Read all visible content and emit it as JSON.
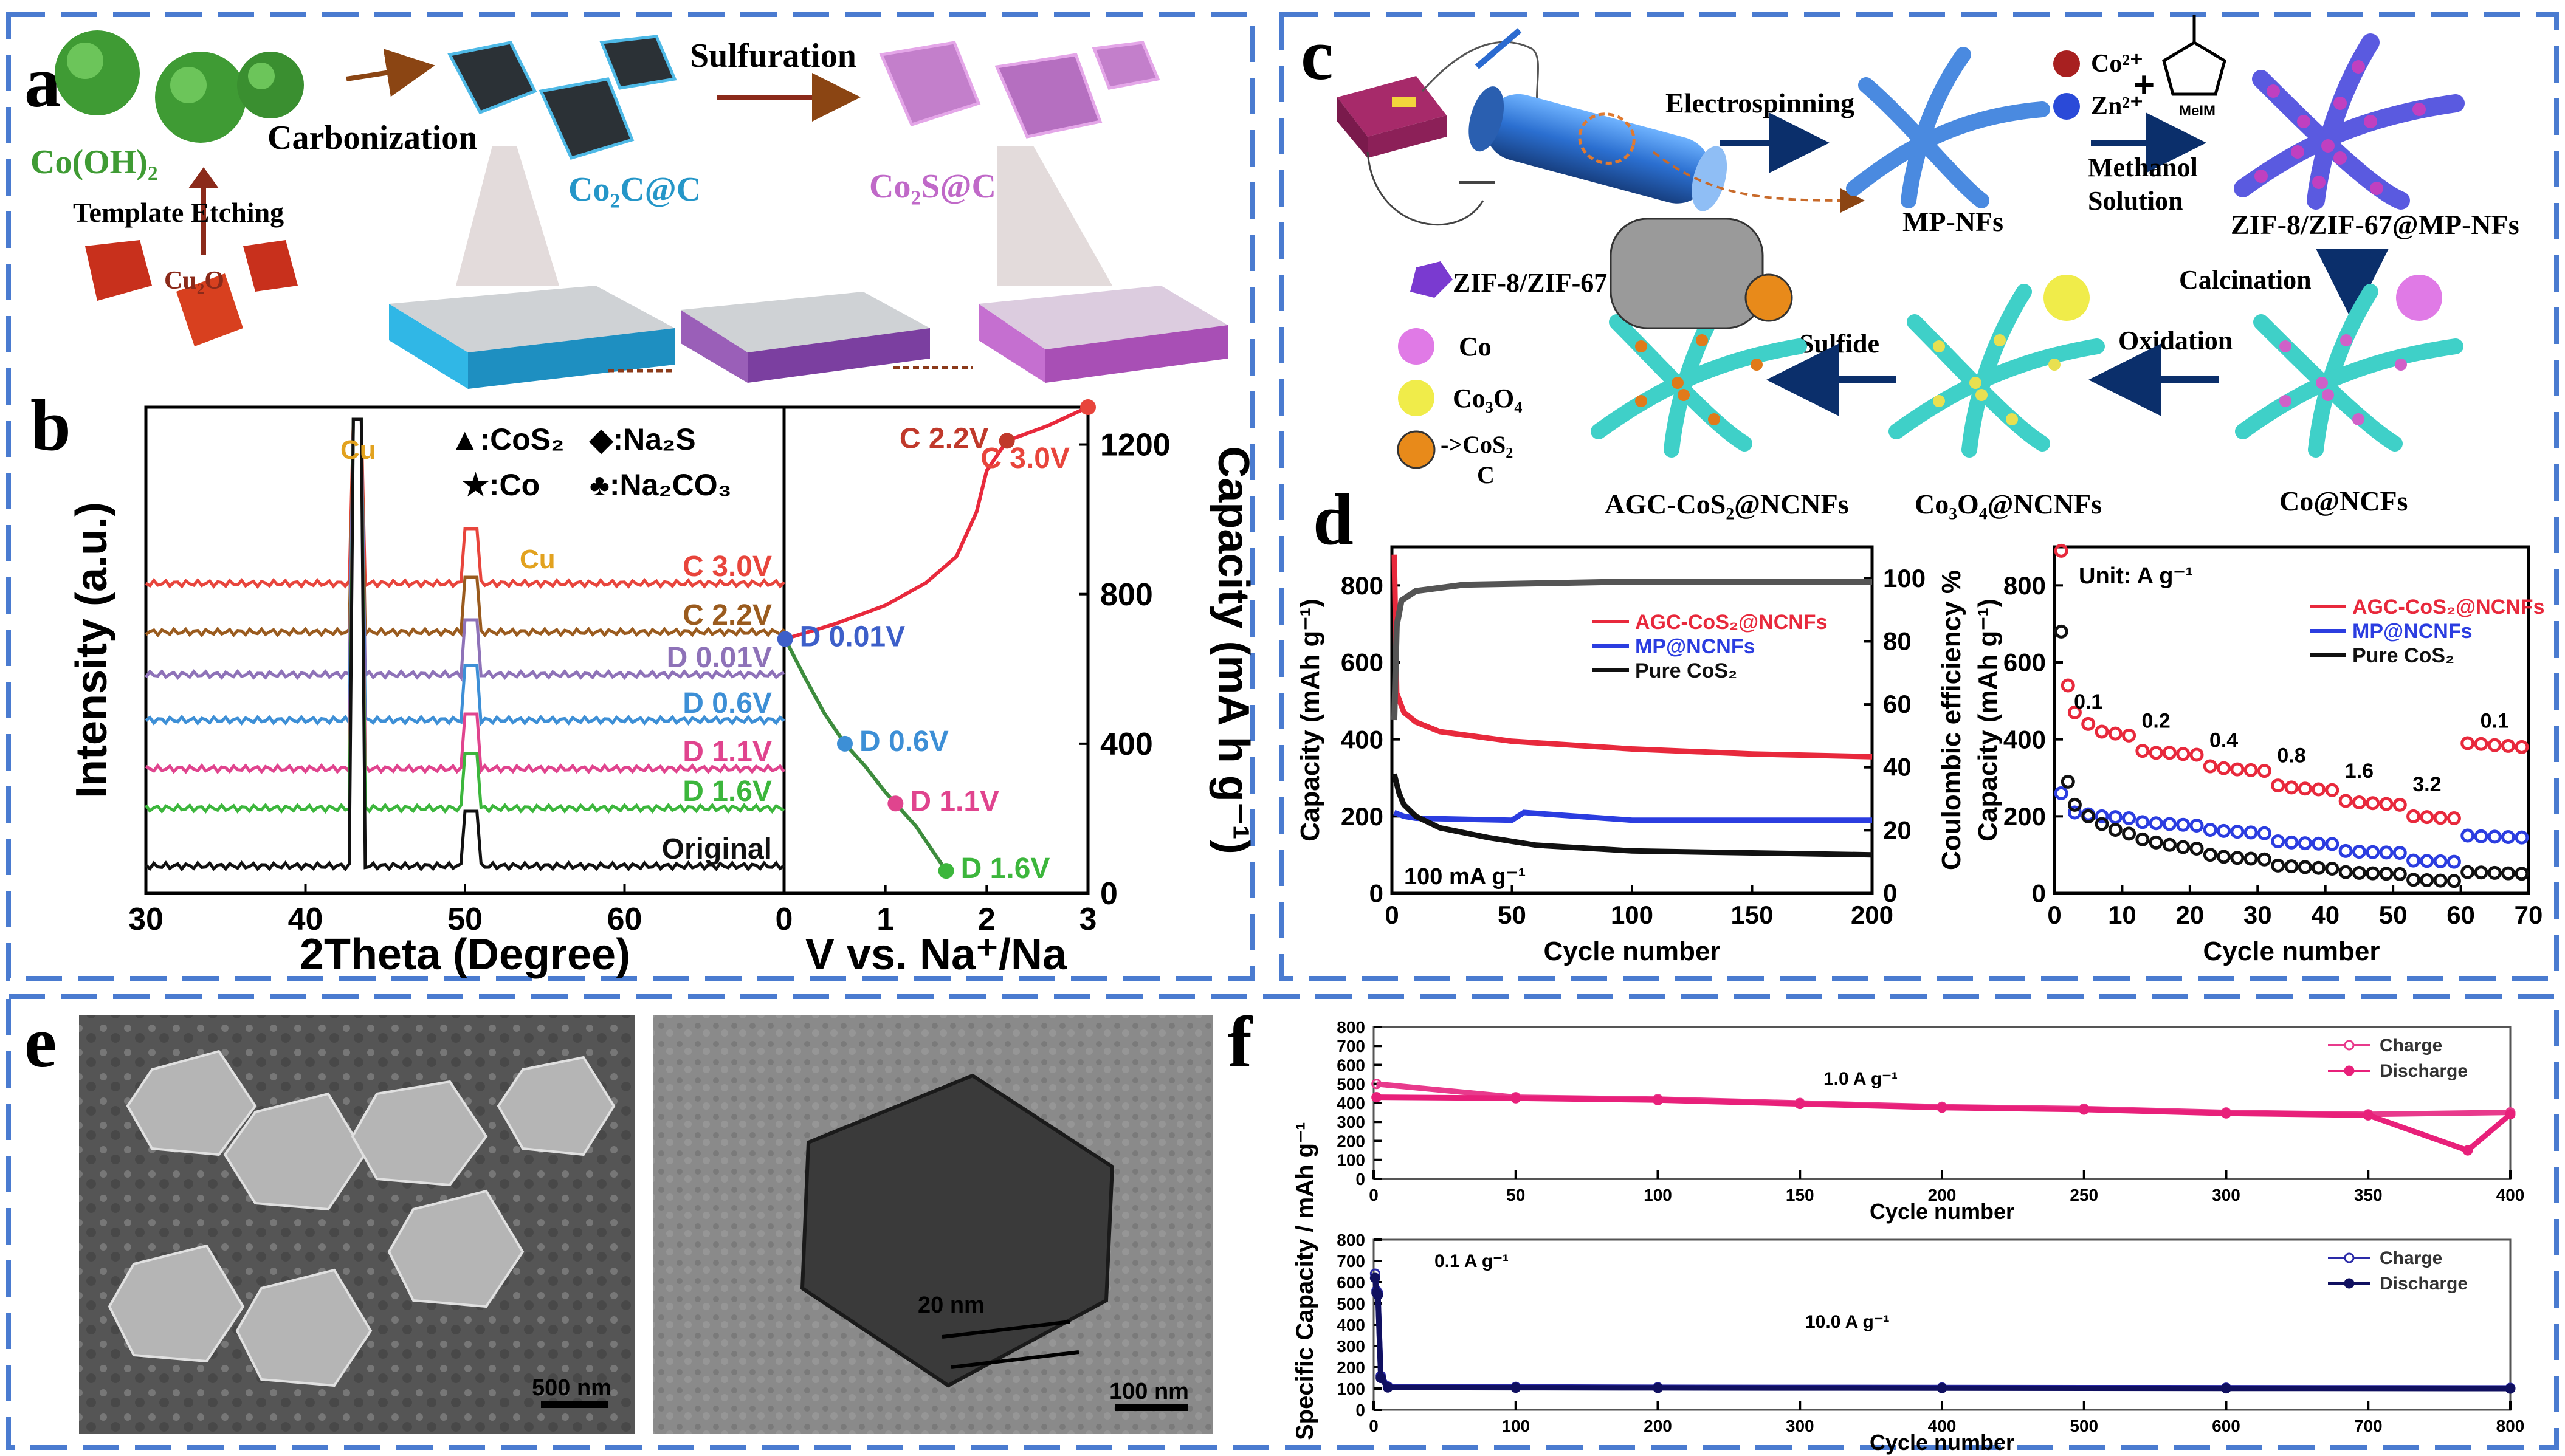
{
  "panel_a": {
    "letter": "a",
    "labels": {
      "coOH2": "Co(OH)₂",
      "template_etching": "Template Etching",
      "cu2o": "Cu₂O",
      "carbonization": "Carbonization",
      "sulfuration": "Sulfuration",
      "co2c": "Co₂C@C",
      "co2s": "Co₂S@C"
    }
  },
  "panel_b": {
    "letter": "b",
    "legend": {
      "cos2": "▲:CoS₂",
      "na2s": "◆:Na₂S",
      "co": "★:Co",
      "na2co3": "♣:Na₂CO₃"
    },
    "cu1": "Cu",
    "cu2": "Cu"
  },
  "panel_c": {
    "letter": "c",
    "labels": {
      "electrospinning": "Electrospinning",
      "mpnfs": "MP-NFs",
      "co2": "Co²⁺",
      "zn2": "Zn²⁺",
      "melm": "MeIM",
      "methanol1": "Methanol",
      "methanol2": "Solution",
      "zif_mpnfs": "ZIF-8/ZIF-67@MP-NFs",
      "calcination": "Calcination",
      "oxidation": "Oxidation",
      "sulfide": "Sulfide",
      "zif_legend": "ZIF-8/ZIF-67",
      "co_legend": "Co",
      "co3o4_legend": "Co₃O₄",
      "cos2_legend": "->CoS₂",
      "c_legend": "C",
      "agc": "AGC-CoS₂@NCNFs",
      "co3o4nc": "Co₃O₄@NCNFs",
      "conc": "Co@NCFs"
    }
  },
  "panel_d": {
    "letter": "d",
    "unit_label": "Unit: A g⁻¹",
    "current_label": "100 mA g⁻¹"
  },
  "panel_e": {
    "letter": "e",
    "scale1": "500 nm",
    "scale2": "100 nm",
    "thickness": "20 nm"
  },
  "panel_f": {
    "letter": "f",
    "shared_ylabel": "Specific Capacity / mAh g⁻¹"
  },
  "chart_data": [
    {
      "id": "b-left",
      "type": "line",
      "xlabel": "2Theta (Degree)",
      "ylabel": "Intensity (a.u.)",
      "xlim": [
        30,
        70
      ],
      "xticks": [
        30,
        40,
        50,
        60
      ],
      "series": [
        {
          "name": "C 3.0V",
          "color": "#e8453c"
        },
        {
          "name": "C 2.2V",
          "color": "#9a5b1e"
        },
        {
          "name": "D 0.01V",
          "color": "#8e72b8"
        },
        {
          "name": "D 0.6V",
          "color": "#3d8fd6"
        },
        {
          "name": "D 1.1V",
          "color": "#e0448e"
        },
        {
          "name": "D 1.6V",
          "color": "#3cb63c"
        },
        {
          "name": "Original",
          "color": "#111111"
        }
      ]
    },
    {
      "id": "b-right",
      "type": "line",
      "xlabel": "V vs. Na⁺/Na",
      "ylabel": "Capacity (mA h g⁻¹)",
      "xlim": [
        0,
        3
      ],
      "ylim": [
        0,
        1300
      ],
      "xticks": [
        0,
        1,
        2,
        3
      ],
      "yticks": [
        0,
        400,
        800,
        1200
      ],
      "points": [
        {
          "label": "D 0.01V",
          "x": 0.01,
          "y": 680,
          "color": "#3d5fc9"
        },
        {
          "label": "D 0.6V",
          "x": 0.6,
          "y": 400,
          "color": "#3d8fd6"
        },
        {
          "label": "D 1.1V",
          "x": 1.1,
          "y": 240,
          "color": "#e0448e"
        },
        {
          "label": "D 1.6V",
          "x": 1.6,
          "y": 60,
          "color": "#3cb63c"
        },
        {
          "label": "C 2.2V",
          "x": 2.2,
          "y": 1210,
          "color": "#c0392b"
        },
        {
          "label": "C 3.0V",
          "x": 3.0,
          "y": 1300,
          "color": "#e8453c"
        }
      ],
      "series": [
        {
          "name": "discharge",
          "color": "#3d8c3d",
          "x": [
            0.01,
            0.2,
            0.4,
            0.6,
            0.8,
            1.0,
            1.1,
            1.3,
            1.5,
            1.6
          ],
          "y": [
            680,
            580,
            480,
            400,
            340,
            270,
            240,
            180,
            100,
            60
          ]
        },
        {
          "name": "charge",
          "color": "#e8293c",
          "x": [
            0.01,
            0.5,
            1.0,
            1.4,
            1.7,
            1.9,
            2.0,
            2.2,
            2.6,
            3.0
          ],
          "y": [
            680,
            720,
            770,
            830,
            900,
            1020,
            1130,
            1210,
            1250,
            1300
          ]
        }
      ]
    },
    {
      "id": "d-left",
      "type": "scatter",
      "xlabel": "Cycle number",
      "ylabel": "Capacity (mAh g⁻¹)",
      "y2label": "Coulombic efficiency %",
      "xlim": [
        0,
        200
      ],
      "ylim": [
        0,
        900
      ],
      "y2lim": [
        0,
        110
      ],
      "xticks": [
        0,
        50,
        100,
        150,
        200
      ],
      "yticks": [
        0,
        200,
        400,
        600,
        800
      ],
      "y2ticks": [
        0,
        20,
        40,
        60,
        80,
        100
      ],
      "series": [
        {
          "name": "AGC-CoS₂@NCNFs",
          "color": "#e8293c",
          "x": [
            1,
            2,
            5,
            10,
            20,
            50,
            100,
            150,
            200
          ],
          "y": [
            880,
            520,
            470,
            445,
            420,
            395,
            375,
            362,
            355
          ]
        },
        {
          "name": "MP@NCNFs",
          "color": "#2b3de0",
          "x": [
            1,
            5,
            10,
            50,
            55,
            100,
            150,
            200
          ],
          "y": [
            210,
            200,
            195,
            190,
            210,
            190,
            190,
            190
          ]
        },
        {
          "name": "Pure CoS₂",
          "color": "#111111",
          "x": [
            1,
            3,
            5,
            10,
            20,
            40,
            60,
            100,
            150,
            200
          ],
          "y": [
            310,
            260,
            230,
            200,
            170,
            145,
            125,
            110,
            105,
            100
          ]
        },
        {
          "name": "Coulombic efficiency",
          "color": "#555555",
          "x": [
            1,
            2,
            4,
            10,
            30,
            100,
            200
          ],
          "y": [
            55,
            85,
            93,
            96,
            98,
            99,
            99
          ]
        }
      ]
    },
    {
      "id": "d-right",
      "type": "scatter",
      "xlabel": "Cycle number",
      "ylabel": "Capacity (mAh g⁻¹)",
      "xlim": [
        0,
        70
      ],
      "ylim": [
        0,
        900
      ],
      "xticks": [
        0,
        10,
        20,
        30,
        40,
        50,
        60,
        70
      ],
      "yticks": [
        0,
        200,
        400,
        600,
        800
      ],
      "rate_labels": [
        "0.1",
        "0.2",
        "0.4",
        "0.8",
        "1.6",
        "3.2",
        "0.1"
      ],
      "series": [
        {
          "name": "AGC-CoS₂@NCNFs",
          "color": "#e8293c",
          "x": [
            1,
            2,
            3,
            5,
            7,
            9,
            11,
            13,
            15,
            17,
            19,
            21,
            23,
            25,
            27,
            29,
            31,
            33,
            35,
            37,
            39,
            41,
            43,
            45,
            47,
            49,
            51,
            53,
            55,
            57,
            59,
            61,
            63,
            65,
            67,
            69
          ],
          "y": [
            890,
            540,
            470,
            440,
            420,
            415,
            410,
            370,
            365,
            365,
            362,
            360,
            330,
            325,
            322,
            320,
            318,
            280,
            275,
            272,
            270,
            268,
            240,
            236,
            234,
            232,
            230,
            200,
            198,
            196,
            195,
            390,
            388,
            385,
            383,
            380
          ]
        },
        {
          "name": "MP@NCNFs",
          "color": "#2b3de0",
          "x": [
            1,
            3,
            5,
            7,
            9,
            11,
            13,
            15,
            17,
            19,
            21,
            23,
            25,
            27,
            29,
            31,
            33,
            35,
            37,
            39,
            41,
            43,
            45,
            47,
            49,
            51,
            53,
            55,
            57,
            59,
            61,
            63,
            65,
            67,
            69
          ],
          "y": [
            260,
            210,
            205,
            200,
            198,
            195,
            185,
            182,
            180,
            178,
            176,
            165,
            162,
            160,
            158,
            156,
            135,
            132,
            130,
            129,
            128,
            110,
            108,
            107,
            106,
            105,
            85,
            84,
            83,
            82,
            150,
            148,
            147,
            146,
            145
          ]
        },
        {
          "name": "Pure CoS₂",
          "color": "#111111",
          "x": [
            1,
            2,
            3,
            5,
            7,
            9,
            11,
            13,
            15,
            17,
            19,
            21,
            23,
            25,
            27,
            29,
            31,
            33,
            35,
            37,
            39,
            41,
            43,
            45,
            47,
            49,
            51,
            53,
            55,
            57,
            59,
            61,
            63,
            65,
            67,
            69
          ],
          "y": [
            680,
            290,
            230,
            200,
            180,
            165,
            155,
            140,
            132,
            126,
            120,
            116,
            100,
            95,
            92,
            90,
            88,
            72,
            70,
            68,
            66,
            64,
            55,
            53,
            52,
            51,
            50,
            35,
            34,
            33,
            32,
            55,
            54,
            53,
            52,
            51
          ]
        }
      ]
    },
    {
      "id": "f-top",
      "type": "scatter",
      "xlabel": "Cycle number",
      "xlim": [
        0,
        400
      ],
      "ylim": [
        0,
        800
      ],
      "xticks": [
        0,
        50,
        100,
        150,
        200,
        250,
        300,
        350,
        400
      ],
      "yticks": [
        0,
        100,
        200,
        300,
        400,
        500,
        600,
        700,
        800
      ],
      "annotation": "1.0 A g⁻¹",
      "series": [
        {
          "name": "Charge",
          "color": "#e83a8c",
          "x": [
            1,
            50,
            100,
            150,
            200,
            250,
            300,
            350,
            400
          ],
          "y": [
            500,
            430,
            420,
            400,
            380,
            370,
            350,
            340,
            350
          ]
        },
        {
          "name": "Discharge",
          "color": "#e8207a",
          "x": [
            1,
            50,
            100,
            150,
            200,
            250,
            300,
            350,
            385,
            400
          ],
          "y": [
            430,
            425,
            415,
            395,
            375,
            365,
            345,
            335,
            150,
            340
          ]
        }
      ]
    },
    {
      "id": "f-bottom",
      "type": "scatter",
      "xlabel": "Cycle number",
      "xlim": [
        0,
        800
      ],
      "ylim": [
        0,
        800
      ],
      "xticks": [
        0,
        100,
        200,
        300,
        400,
        500,
        600,
        700,
        800
      ],
      "yticks": [
        0,
        100,
        200,
        300,
        400,
        500,
        600,
        700,
        800
      ],
      "annotations": [
        "0.1 A g⁻¹",
        "10.0 A g⁻¹"
      ],
      "series": [
        {
          "name": "Charge",
          "color": "#2a2aa8",
          "x": [
            1,
            2,
            3,
            5,
            10,
            100,
            200,
            400,
            600,
            800
          ],
          "y": [
            640,
            560,
            550,
            160,
            110,
            108,
            106,
            105,
            104,
            103
          ]
        },
        {
          "name": "Discharge",
          "color": "#101060",
          "x": [
            1,
            2,
            3,
            5,
            10,
            100,
            200,
            400,
            600,
            800
          ],
          "y": [
            620,
            550,
            540,
            150,
            105,
            104,
            103,
            102,
            101,
            100
          ]
        }
      ]
    }
  ]
}
